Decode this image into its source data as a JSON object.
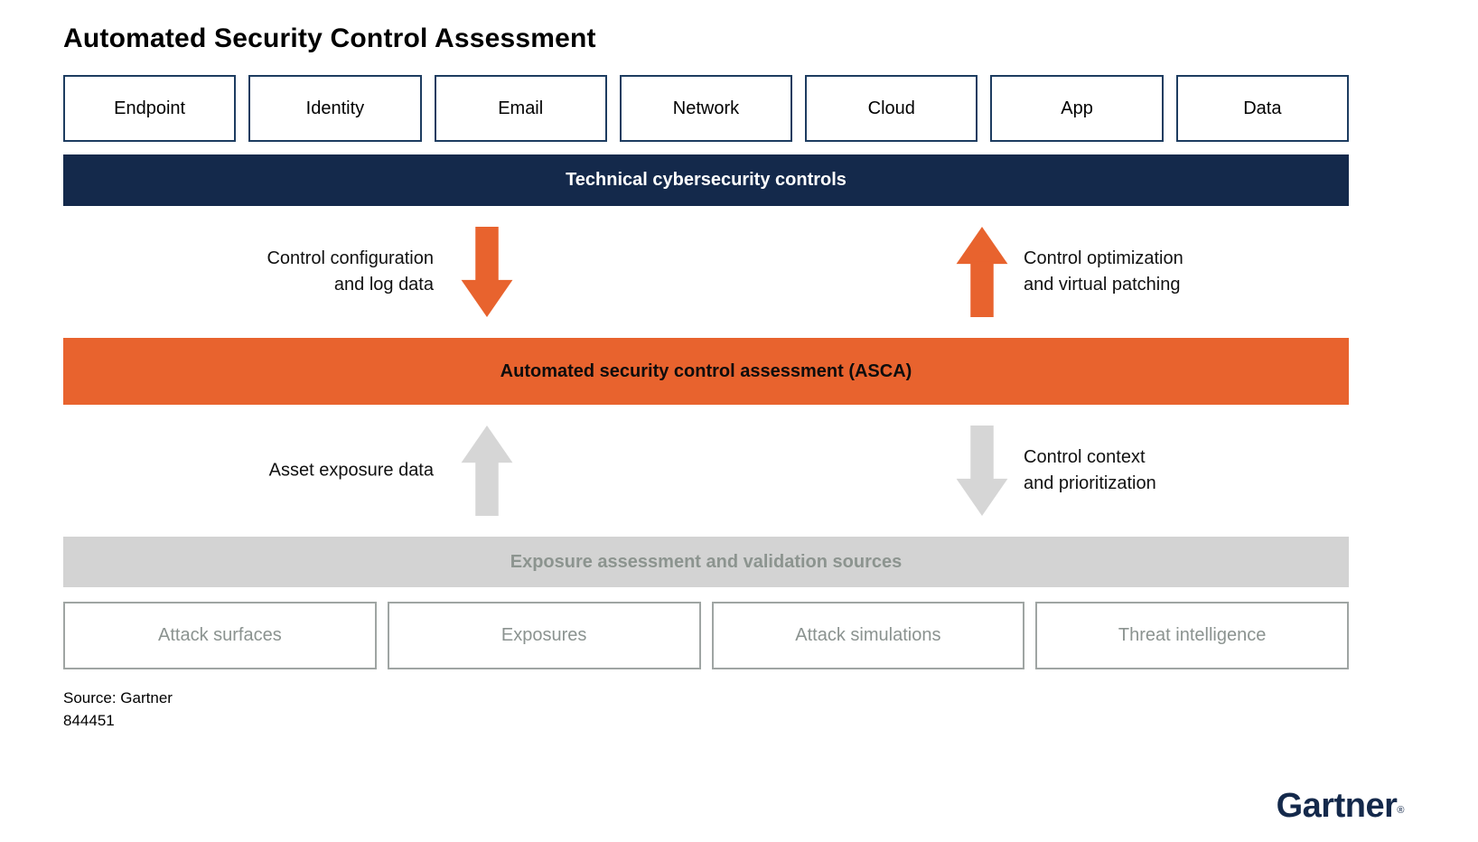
{
  "title": "Automated Security Control Assessment",
  "colors": {
    "navy": "#14294b",
    "orange": "#e8632e",
    "light_gray": "#d3d3d3",
    "gray_text": "#8c948f",
    "gray_arrow": "#d6d6d6",
    "top_box_border": "#1d3c60",
    "bottom_box_border": "#9fa5a3"
  },
  "top_boxes": [
    "Endpoint",
    "Identity",
    "Email",
    "Network",
    "Cloud",
    "App",
    "Data"
  ],
  "bars": {
    "technical": "Technical cybersecurity controls",
    "asca": "Automated security control assessment (ASCA)",
    "exposure": "Exposure assessment and validation sources"
  },
  "flows": {
    "control_config": {
      "line1": "Control configuration",
      "line2": "and log data",
      "direction": "down",
      "color": "#e8632e"
    },
    "control_opt": {
      "line1": "Control optimization",
      "line2": "and virtual patching",
      "direction": "up",
      "color": "#e8632e"
    },
    "asset_exposure": {
      "line1": "Asset exposure data",
      "direction": "up",
      "color": "#d6d6d6"
    },
    "control_context": {
      "line1": "Control context",
      "line2": "and prioritization",
      "direction": "down",
      "color": "#d6d6d6"
    }
  },
  "bottom_boxes": [
    "Attack surfaces",
    "Exposures",
    "Attack simulations",
    "Threat intelligence"
  ],
  "footer": {
    "source": "Source: Gartner",
    "doc_id": "844451",
    "brand": "Gartner",
    "registered": "®"
  }
}
